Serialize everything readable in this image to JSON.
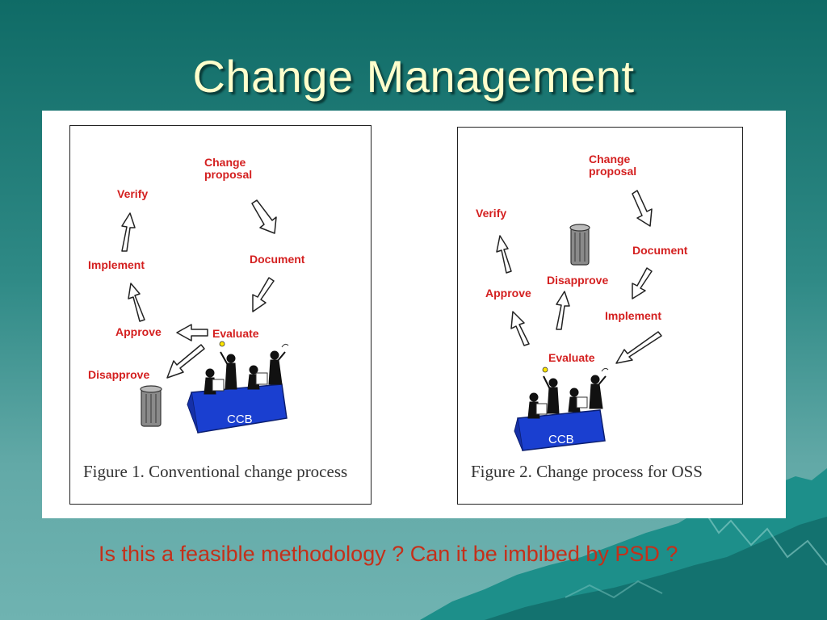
{
  "slide": {
    "title": "Change Management",
    "question": "Is this a feasible methodology ?  Can it be imbibed by PSD ?"
  },
  "figure1": {
    "caption": "Figure 1. Conventional change process",
    "labels": {
      "change_proposal": "Change\nproposal",
      "document": "Document",
      "evaluate": "Evaluate",
      "approve": "Approve",
      "implement": "Implement",
      "verify": "Verify",
      "disapprove": "Disapprove",
      "ccb": "CCB"
    }
  },
  "figure2": {
    "caption": "Figure 2. Change process for OSS",
    "labels": {
      "change_proposal": "Change\nproposal",
      "document": "Document",
      "implement": "Implement",
      "evaluate": "Evaluate",
      "approve": "Approve",
      "disapprove": "Disapprove",
      "verify": "Verify",
      "ccb": "CCB"
    }
  },
  "colors": {
    "label_red": "#d42020",
    "ccb_blue": "#1a3fd0",
    "title_yellow": "#ffffcc",
    "question_red": "#c4301a"
  }
}
